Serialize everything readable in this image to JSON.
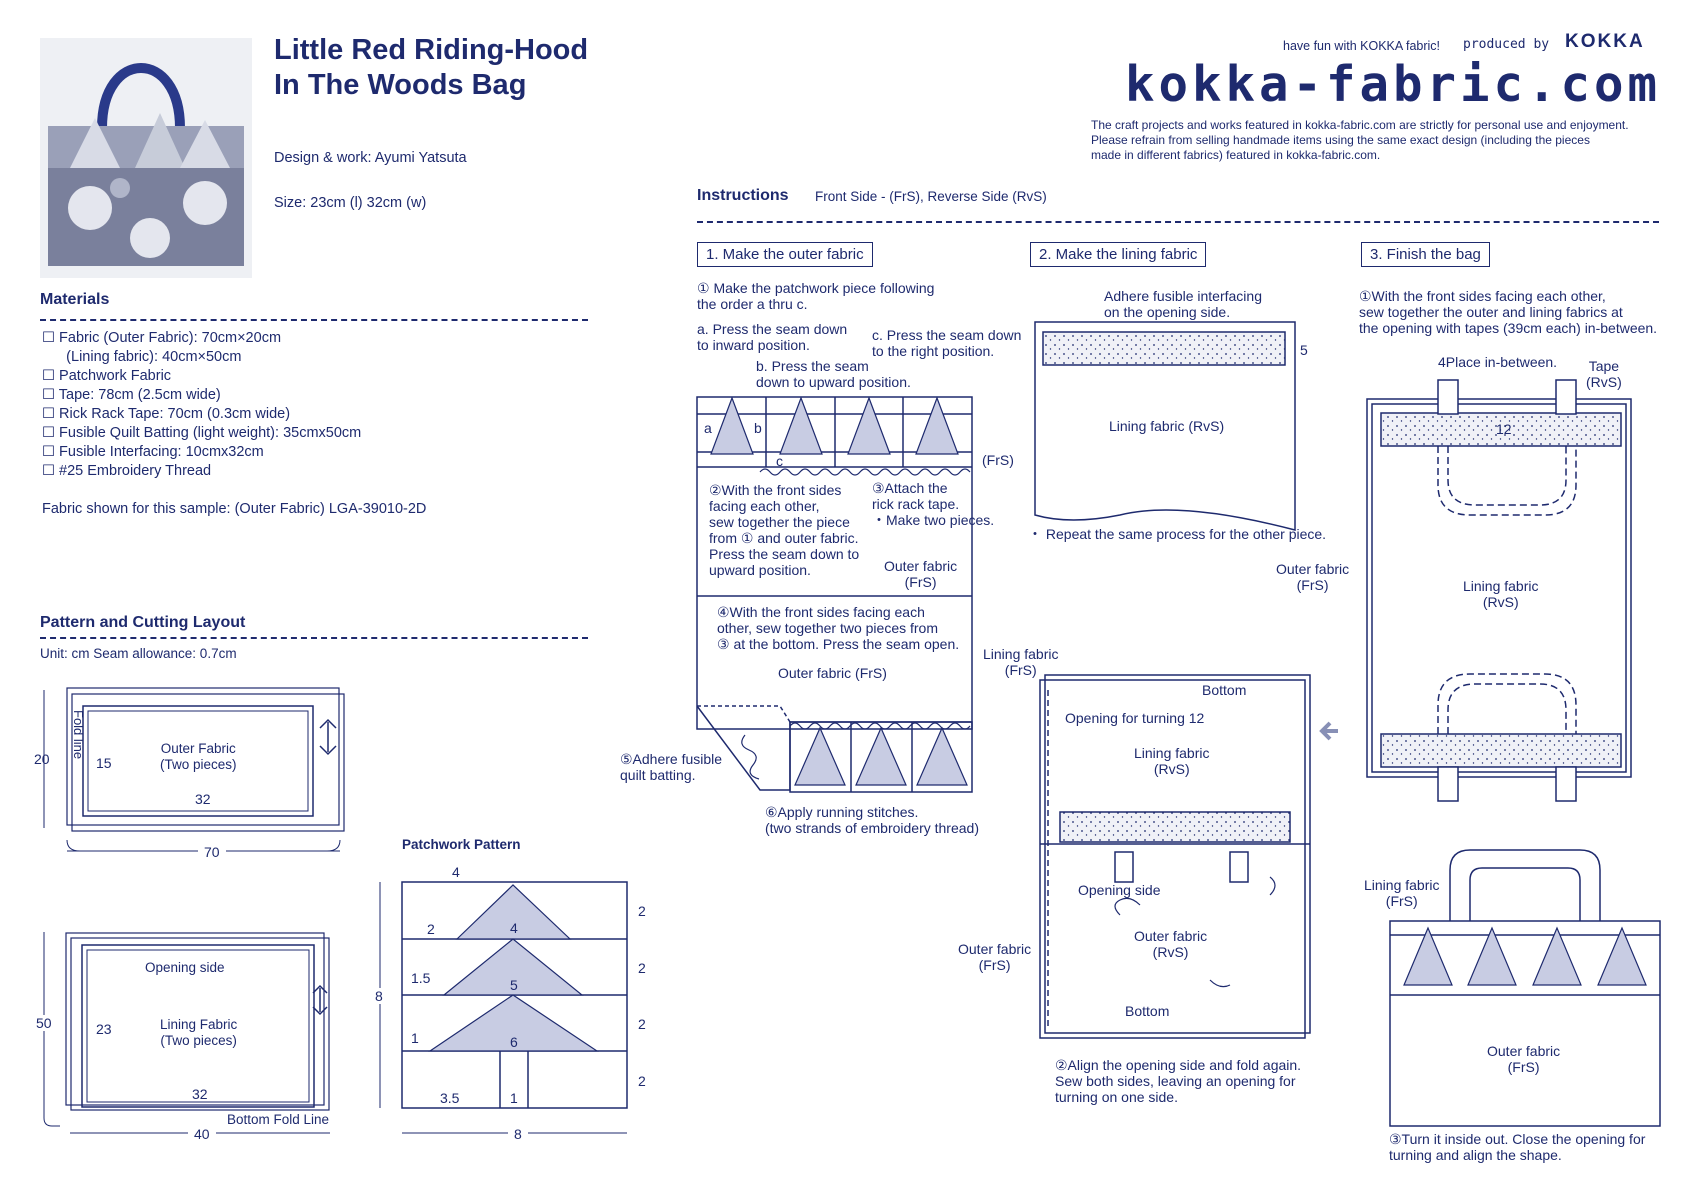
{
  "title_line1": "Little Red Riding-Hood",
  "title_line2": "In The Woods Bag",
  "design": "Design & work: Ayumi Yatsuta",
  "size": "Size: 23cm (l)  32cm (w)",
  "header": {
    "tagline": "have fun with KOKKA fabric!",
    "produced": "produced by",
    "brand": "KOKKA",
    "site": "kokka-fabric.com",
    "notice": "The craft projects and works featured in kokka-fabric.com are strictly for personal use and enjoyment.\nPlease refrain from selling handmade items using the same exact design (including the pieces\nmade in different fabrics) featured in kokka-fabric.com."
  },
  "materials": {
    "heading": "Materials",
    "items": [
      "☐ Fabric (Outer Fabric): 70cm×20cm",
      "      (Lining fabric): 40cm×50cm",
      "☐ Patchwork Fabric",
      "☐ Tape: 78cm (2.5cm wide)",
      "☐ Rick Rack Tape: 70cm (0.3cm wide)",
      "☐ Fusible Quilt Batting (light weight): 35cmx50cm",
      "☐ Fusible Interfacing: 10cmx32cm",
      "☐ #25 Embroidery Thread"
    ],
    "sample": "Fabric shown for this sample: (Outer Fabric) LGA-39010-2D"
  },
  "pattern": {
    "heading": "Pattern and Cutting Layout",
    "unit": "Unit: cm  Seam allowance: 0.7cm",
    "outer_label": "Outer Fabric\n(Two pieces)",
    "outer_h": "20",
    "outer_in": "15",
    "outer_w": "32",
    "outer_total": "70",
    "fold": "Fold line",
    "lining_label": "Lining Fabric\n(Two pieces)",
    "opening_side": "Opening side",
    "lining_h": "50",
    "lining_in": "23",
    "lining_w": "32",
    "lining_total": "40",
    "bottom_fold": "Bottom Fold Line",
    "patch_heading": "Patchwork Pattern",
    "p_top": "4",
    "p_r1": "4",
    "p_r2": "5",
    "p_r3": "6",
    "p_l1": "2",
    "p_l2": "1.5",
    "p_l3": "1",
    "p_h": "8",
    "p_s1": "2",
    "p_s2": "2",
    "p_s3": "2",
    "p_s4": "2",
    "p_trunk_l": "3.5",
    "p_trunk": "1",
    "p_w": "8"
  },
  "instructions": {
    "heading": "Instructions",
    "legend": "Front Side - (FrS), Reverse Side (RvS)",
    "step1": {
      "title": "1. Make the outer fabric",
      "n1": "① Make the patchwork piece following\nthe order a thru c.",
      "na": "a. Press the seam down\nto inward position.",
      "nb": "b. Press the seam\ndown to upward position.",
      "nc": "c. Press the seam down\nto the right position.",
      "frs": "(FrS)",
      "n2": "②With the front sides\nfacing each other,\nsew together the piece\nfrom ① and outer fabric.\nPress the seam down to\nupward position.",
      "n3": "③Attach the\nrick rack tape.\n・Make two pieces.",
      "outer_frs": "Outer fabric\n(FrS)",
      "n4": "④With the front sides facing each\nother, sew together two pieces from\n③ at the bottom. Press the seam open.",
      "outer_frs2": "Outer fabric (FrS)",
      "n5": "⑤Adhere fusible\nquilt batting.",
      "n6": "⑥Apply running stitches.\n(two strands of embroidery thread)",
      "la": "a",
      "lb": "b",
      "lc": "c"
    },
    "step2": {
      "title": "2. Make the lining fabric",
      "n1": "Adhere fusible interfacing\non the opening side.",
      "dim": "5",
      "lining_rvs": "Lining fabric (RvS)",
      "repeat": "・ Repeat the same process for the other piece.",
      "lining_frs": "Lining fabric\n(FrS)",
      "bottom": "Bottom",
      "opening_turn": "Opening for turning 12",
      "lining_rvs2": "Lining fabric\n(RvS)",
      "opening_side": "Opening side",
      "outer_rvs": "Outer fabric\n(RvS)",
      "outer_frs": "Outer fabric\n(FrS)",
      "bottom2": "Bottom",
      "n2": "②Align the opening side and fold again.\nSew both sides, leaving an opening for\nturning on one side."
    },
    "step3": {
      "title": "3.  Finish the bag",
      "n1": "①With the front sides facing each other,\nsew together the outer and lining fabrics at\nthe opening with tapes (39cm each) in-between.",
      "place": "4Place in-between.",
      "tape": "Tape\n(RvS)",
      "dim12": "12",
      "outer_frs": "Outer fabric\n(FrS)",
      "lining_rvs": "Lining fabric\n(RvS)",
      "lining_frs": "Lining fabric\n(FrS)",
      "outer_frs2": "Outer fabric\n(FrS)",
      "n3": "③Turn it inside out. Close the opening for\nturning and align the shape."
    }
  },
  "colors": {
    "ink": "#1e2a6e",
    "fill": "#c8cce3",
    "dot": "#eceef5"
  }
}
